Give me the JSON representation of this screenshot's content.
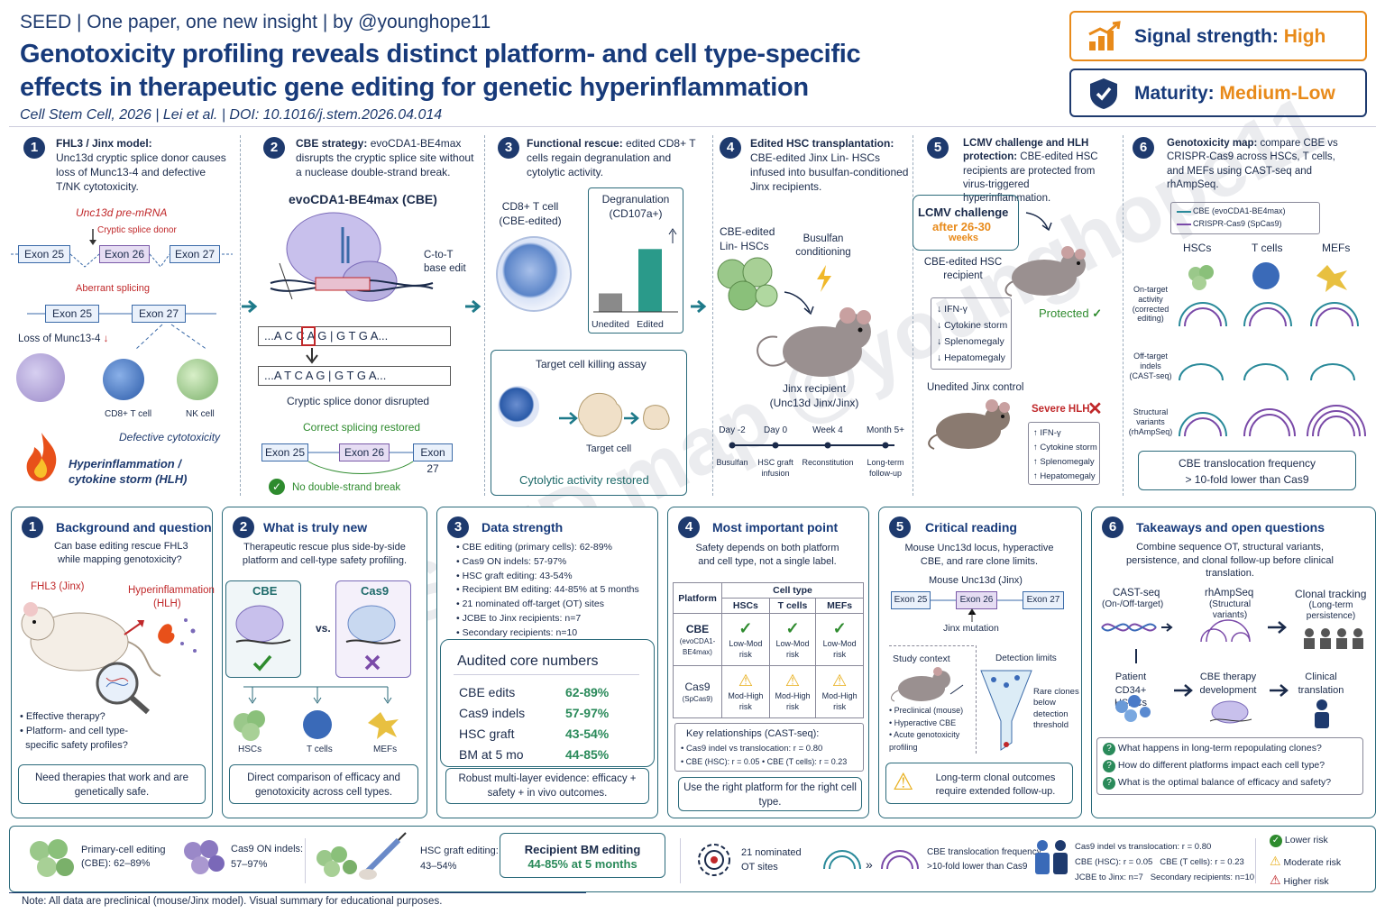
{
  "header": {
    "brand": "SEED  |  One paper, one new insight  |  by @younghope11",
    "title": "Genotoxicity profiling reveals distinct platform- and cell type-specific effects in therapeutic gene editing for genetic hyperinflammation",
    "citation": "Cell Stem Cell, 2026  |  Lei et al.  |  DOI: 10.1016/j.stem.2026.04.014",
    "signal_label": "Signal strength:",
    "signal_value": "High",
    "maturity_label": "Maturity:",
    "maturity_value": "Medium-Low"
  },
  "watermark": "SEED map @younghope11",
  "top": {
    "p1": {
      "num": "1",
      "title": "FHL3 / Jinx model:",
      "text": "Unc13d cryptic splice donor causes loss of Munc13-4 and defective T/NK cytotoxicity.",
      "premrna": "Unc13d pre-mRNA",
      "cryptic": "Cryptic splice donor",
      "e25": "Exon 25",
      "e26": "Exon 26",
      "e27": "Exon 27",
      "aberrant": "Aberrant splicing",
      "loss": "Loss of Munc13-4",
      "cd8": "CD8+ T cell",
      "nk": "NK cell",
      "defective": "Defective cytotoxicity",
      "hyper": "Hyperinflammation / cytokine storm (HLH)"
    },
    "p2": {
      "num": "2",
      "title": "CBE strategy:",
      "text": "evoCDA1-BE4max disrupts the cryptic splice site without a nuclease double-strand break.",
      "enzyme": "evoCDA1-BE4max (CBE)",
      "ct": "C-to-T base edit",
      "seq1": "...A C C A G  |  G T G A...",
      "seq2": "...A T C A G  |  G T G A...",
      "disrupted": "Cryptic splice donor disrupted",
      "restored": "Correct splicing restored",
      "e25": "Exon 25",
      "e26": "Exon 26",
      "e27": "Exon 27",
      "nodsb": "No double-strand break"
    },
    "p3": {
      "num": "3",
      "title": "Functional rescue:",
      "text": "edited CD8+ T cells regain degranulation and cytolytic activity.",
      "cell": "CD8+ T cell (CBE-edited)",
      "chart_title": "Degranulation (CD107a+)",
      "assay": "Target cell killing assay",
      "target": "Target cell",
      "cyto": "Cytolytic activity restored"
    },
    "p4": {
      "num": "4",
      "title": "Edited HSC transplantation:",
      "text": "CBE-edited Jinx Lin- HSCs infused into busulfan-conditioned Jinx recipients.",
      "hsc": "CBE-edited Lin- HSCs",
      "busulfan": "Busulfan conditioning",
      "recipient": "Jinx recipient (Unc13d Jinx/Jinx)",
      "timeline": [
        {
          "t": "Day -2",
          "l": "Busulfan"
        },
        {
          "t": "Day 0",
          "l": "HSC graft infusion"
        },
        {
          "t": "Week 4",
          "l": "Reconstitution"
        },
        {
          "t": "Month 5+",
          "l": "Long-term follow-up"
        }
      ]
    },
    "p5": {
      "num": "5",
      "title": "LCMV challenge and HLH protection:",
      "text": "CBE-edited HSC recipients are protected from virus-triggered hyperinflammation.",
      "challenge": "LCMV challenge",
      "after": "after 26-30",
      "weeks": "weeks",
      "cbe_rec": "CBE-edited HSC recipient",
      "protected": "Protected",
      "down": [
        "IFN-γ",
        "Cytokine storm",
        "Splenomegaly",
        "Hepatomegaly"
      ],
      "control": "Unedited Jinx control",
      "severe": "Severe HLH",
      "up": [
        "IFN-γ",
        "Cytokine storm",
        "Splenomegaly",
        "Hepatomegaly"
      ]
    },
    "p6": {
      "num": "6",
      "title": "Genotoxicity map:",
      "text": "compare CBE vs CRISPR-Cas9 across HSCs, T cells, and MEFs using CAST-seq and rhAmpSeq.",
      "legend_cbe": "CBE (evoCDA1-BE4max)",
      "legend_cas9": "CRISPR-Cas9 (SpCas9)",
      "cols": [
        "HSCs",
        "T cells",
        "MEFs"
      ],
      "rows": [
        "On-target activity (corrected editing)",
        "Off-target indels (CAST-seq)",
        "Structural variants (rhAmpSeq)"
      ],
      "trans1": "CBE translocation frequency",
      "trans2": "> 10-fold lower than Cas9"
    }
  },
  "bot": {
    "b1": {
      "num": "1",
      "title": "Background and question",
      "q1": "Can base editing rescue FHL3",
      "q2": "while mapping genotoxicity?",
      "fhl3": "FHL3 (Jinx)",
      "hlh1": "Hyperinflammation",
      "hlh2": "(HLH)",
      "bullets": [
        "Effective therapy?",
        "Platform- and cell type-",
        "specific safety profiles?"
      ],
      "foot": "Need therapies that work and are genetically safe."
    },
    "b2": {
      "num": "2",
      "title": "What is truly new",
      "text": "Therapeutic rescue plus side-by-side platform and cell-type safety profiling.",
      "cbe": "CBE",
      "vs": "vs.",
      "cas9": "Cas9",
      "cells": [
        "HSCs",
        "T cells",
        "MEFs"
      ],
      "foot": "Direct comparison of efficacy and genotoxicity across cell types."
    },
    "b3": {
      "num": "3",
      "title": "Data strength",
      "bullets": [
        "CBE editing (primary cells): 62-89%",
        "Cas9 ON indels: 57-97%",
        "HSC graft editing: 43-54%",
        "Recipient BM editing: 44-85% at 5 months",
        "21 nominated off-target (OT) sites",
        "JCBE to Jinx recipients:  n=7",
        "Secondary recipients:  n=10"
      ],
      "audit_title": "Audited core numbers",
      "audit": [
        {
          "k": "CBE edits",
          "v": "62-89%"
        },
        {
          "k": "Cas9 indels",
          "v": "57-97%"
        },
        {
          "k": "HSC graft",
          "v": "43-54%"
        },
        {
          "k": "BM at 5 mo",
          "v": "44-85%"
        }
      ],
      "foot": "Robust multi-layer evidence: efficacy + safety + in vivo outcomes."
    },
    "b4": {
      "num": "4",
      "title": "Most important point",
      "text": "Safety depends on both platform and cell type, not a single label.",
      "th_platform": "Platform",
      "th_celltype": "Cell type",
      "cols": [
        "HSCs",
        "T cells",
        "MEFs"
      ],
      "r1": "CBE",
      "r1s": "(evoCDA1-BE4max)",
      "r1v": "Low-Mod risk",
      "r2": "Cas9",
      "r2s": "(SpCas9)",
      "r2v": "Mod-High risk",
      "kr_title": "Key relationships (CAST-seq):",
      "kr1": "Cas9 indel vs translocation:  r = 0.80",
      "kr2": "CBE (HSC): r = 0.05",
      "kr3": "CBE (T cells): r = 0.23",
      "foot": "Use the right platform for the right cell type."
    },
    "b5": {
      "num": "5",
      "title": "Critical reading",
      "text": "Mouse Unc13d locus, hyperactive CBE, and rare clone limits.",
      "locus": "Mouse Unc13d (Jinx)",
      "e25": "Exon 25",
      "e26": "Exon 26",
      "e27": "Exon 27",
      "mut": "Jinx mutation",
      "ctx": "Study context",
      "det": "Detection limits",
      "ctx_b": [
        "Preclinical (mouse)",
        "Hyperactive CBE",
        "Acute genotoxicity profiling"
      ],
      "rare": "Rare clones below detection threshold",
      "foot": "Long-term clonal outcomes require extended follow-up."
    },
    "b6": {
      "num": "6",
      "title": "Takeaways and open questions",
      "text": "Combine sequence OT, structural variants, persistence, and clonal follow-up before clinical translation.",
      "cast": "CAST-seq",
      "cast_s": "(On-/Off-target)",
      "rhamp": "rhAmpSeq",
      "rhamp_s": "(Structural variants)",
      "clonal": "Clonal tracking",
      "clonal_s": "(Long-term persistence)",
      "patient": "Patient CD34+ HSPCs",
      "dev": "CBE therapy development",
      "clin": "Clinical translation",
      "qs": [
        "What happens in long-term repopulating clones?",
        "How do different platforms impact each cell type?",
        "What is the optimal balance of efficacy and safety?"
      ]
    }
  },
  "strip": {
    "s1": "Primary-cell editing (CBE): 62–89%",
    "s2a": "Cas9 ON indels:",
    "s2b": "57–97%",
    "s3a": "HSC graft editing:",
    "s3b": "43–54%",
    "rbm": "Recipient BM editing",
    "rbm2": "44-85% at 5 months",
    "ot1": "21 nominated",
    "ot2": "OT sites",
    "tr1": "CBE translocation frequency",
    "tr2": ">10-fold lower than Cas9",
    "k1": "Cas9 indel vs translocation:  r = 0.80",
    "k2": "CBE (HSC): r = 0.05",
    "k3": "CBE (T cells): r = 0.23",
    "k4": "JCBE to Jinx: n=7",
    "k5": "Secondary recipients: n=10",
    "lg1": "Lower risk",
    "lg2": "Moderate risk",
    "lg3": "Higher risk"
  },
  "note": "Note: All data are preclinical (mouse/Jinx model). Visual summary for educational purposes."
}
